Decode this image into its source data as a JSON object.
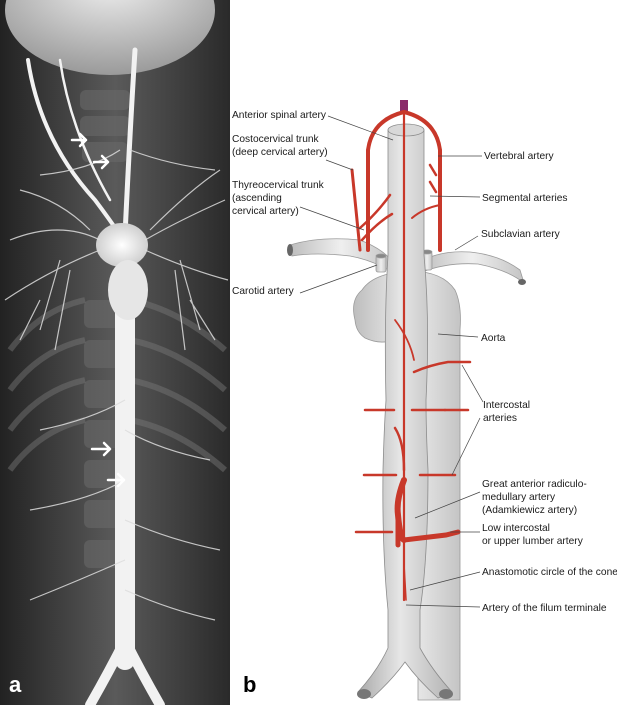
{
  "panels": {
    "a": {
      "label": "a"
    },
    "b": {
      "label": "b"
    }
  },
  "labels": {
    "anterior_spinal": "Anterior spinal artery",
    "costocervical_1": "Costocervical trunk",
    "costocervical_2": "(deep cervical artery)",
    "thyreocervical_1": "Thyreocervical trunk",
    "thyreocervical_2": "(ascending",
    "thyreocervical_3": "cervical artery)",
    "carotid": "Carotid artery",
    "vertebral": "Vertebral artery",
    "segmental": "Segmental arteries",
    "subclavian": "Subclavian artery",
    "aorta": "Aorta",
    "intercostal_1": "Intercostal",
    "intercostal_2": "arteries",
    "great_1": "Great anterior radiculo-",
    "great_2": "medullary artery",
    "great_3": "(Adamkiewicz artery)",
    "low_1": "Low intercostal",
    "low_2": "or upper lumber artery",
    "anastomotic": "Anastomotic circle of the cone",
    "filum": "Artery of the filum terminale"
  },
  "colors": {
    "artery": "#c8382a",
    "cord": "#c9c9c9",
    "angiogram_bg": "#4a4a4a",
    "vessel_contrast": "#f2f2f2"
  },
  "icons": {
    "arrows": "white-arrow-icon"
  }
}
